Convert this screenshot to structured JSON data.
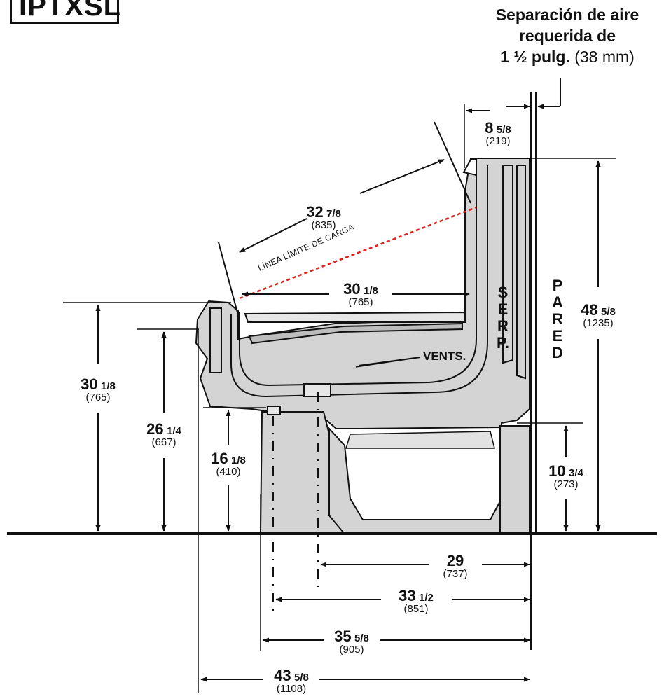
{
  "model": "IPTXSL",
  "header": {
    "line1": "Separación de aire",
    "line2": "requerida de",
    "line3_bold": "1 ½ pulg.",
    "line3_rest": " (38 mm)"
  },
  "labels": {
    "load_limit": "LÍNEA LÍMITE DE CARGA",
    "vents": "VENTS.",
    "serp": [
      "S",
      "E",
      "R",
      "P."
    ],
    "wall": [
      "P",
      "A",
      "R",
      "E",
      "D"
    ]
  },
  "dimensions": {
    "d_8_5_8": {
      "whole": "8",
      "frac": "5/8",
      "mm": "(219)"
    },
    "d_32_7_8": {
      "whole": "32",
      "frac": "7/8",
      "mm": "(835)"
    },
    "d_30_top": {
      "whole": "30",
      "frac": "1/8",
      "mm": "(765)"
    },
    "d_48_5_8": {
      "whole": "48",
      "frac": "5/8",
      "mm": "(1235)"
    },
    "d_30_left": {
      "whole": "30",
      "frac": "1/8",
      "mm": "(765)"
    },
    "d_26_1_4": {
      "whole": "26",
      "frac": "1/4",
      "mm": "(667)"
    },
    "d_16_1_8": {
      "whole": "16",
      "frac": "1/8",
      "mm": "(410)"
    },
    "d_10_3_4": {
      "whole": "10",
      "frac": "3/4",
      "mm": "(273)"
    },
    "d_29": {
      "whole": "29",
      "frac": "",
      "mm": "(737)"
    },
    "d_33_1_2": {
      "whole": "33",
      "frac": "1/2",
      "mm": "(851)"
    },
    "d_35_5_8": {
      "whole": "35",
      "frac": "5/8",
      "mm": "(905)"
    },
    "d_43_5_8": {
      "whole": "43",
      "frac": "5/8",
      "mm": "(1108)"
    }
  },
  "colors": {
    "body_fill": "#d4d4d4",
    "line": "#111111",
    "load_line": "#e0201b"
  }
}
